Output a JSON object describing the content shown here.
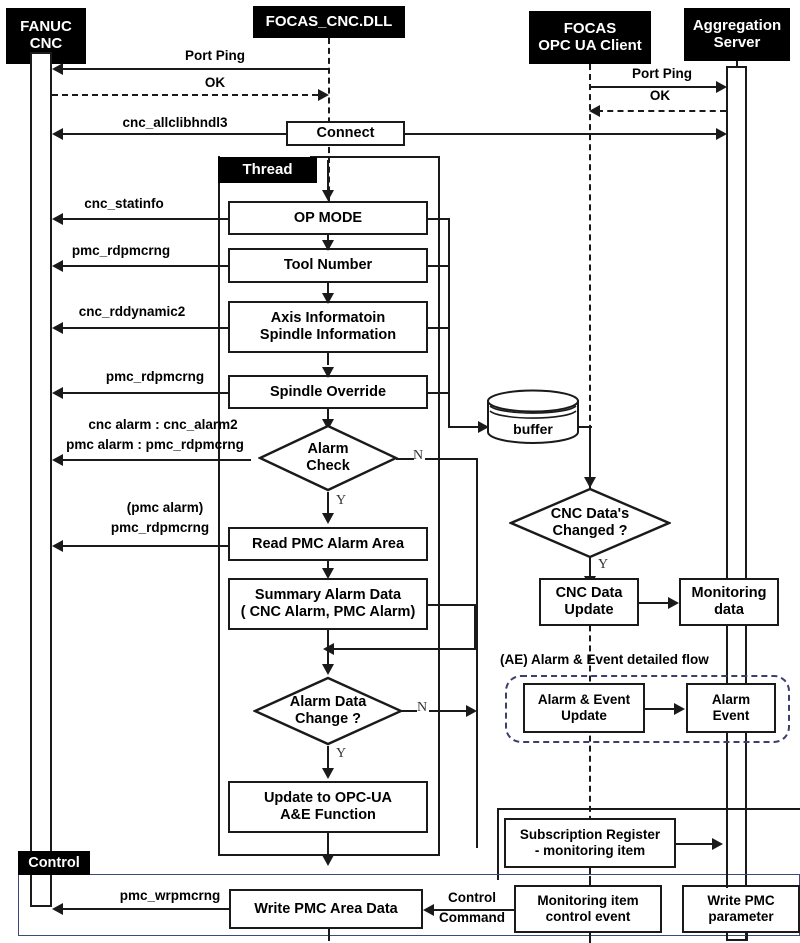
{
  "diagram": {
    "title": "FANUC CNC / FOCAS OPC UA data acquisition and control sequence flow",
    "type": "sequence-flowchart"
  },
  "actors": [
    {
      "id": "fanuc",
      "line1": "FANUC",
      "line2": "CNC"
    },
    {
      "id": "dll",
      "line1": "FOCAS_CNC.DLL",
      "line2": ""
    },
    {
      "id": "client",
      "line1": "FOCAS",
      "line2": "OPC UA Client"
    },
    {
      "id": "server",
      "line1": "Aggregation",
      "line2": "Server"
    }
  ],
  "group_labels": {
    "thread": "Thread",
    "control": "Control",
    "ae_flow": "(AE) Alarm & Event detailed flow"
  },
  "messages": {
    "port_ping_left": "Port Ping",
    "ok_left": "OK",
    "cnc_allclibhndl3": "cnc_allclibhndl3",
    "port_ping_right": "Port Ping",
    "ok_right": "OK",
    "cnc_statinfo": "cnc_statinfo",
    "pmc_rdpmcrng_1": "pmc_rdpmcrng",
    "cnc_rddynamic2": "cnc_rddynamic2",
    "pmc_rdpmcrng_2": "pmc_rdpmcrng",
    "cnc_alarm_line1": "cnc alarm : cnc_alarm2",
    "cnc_alarm_line2": "pmc alarm : pmc_rdpmcrng",
    "pmc_alarm_line1": "(pmc alarm)",
    "pmc_alarm_line2": "pmc_rdpmcrng",
    "pmc_wrpmcrng": "pmc_wrpmcrng",
    "control_command_line1": "Control",
    "control_command_line2": "Command"
  },
  "nodes": {
    "connect": "Connect",
    "op_mode": "OP MODE",
    "tool_number": "Tool Number",
    "axis_info_line1": "Axis Informatoin",
    "axis_info_line2": "Spindle Information",
    "spindle_override": "Spindle Override",
    "read_pmc_alarm_area": "Read PMC Alarm Area",
    "summary_alarm_line1": "Summary Alarm Data",
    "summary_alarm_line2": "( CNC Alarm, PMC Alarm)",
    "update_opcua_line1": "Update to OPC-UA",
    "update_opcua_line2": "A&E Function",
    "write_pmc_area_data": "Write PMC Area Data",
    "buffer": "buffer",
    "cnc_data_update_line1": "CNC Data",
    "cnc_data_update_line2": "Update",
    "monitoring_data_line1": "Monitoring",
    "monitoring_data_line2": "data",
    "ae_update_line1": "Alarm & Event",
    "ae_update_line2": "Update",
    "alarm_event_line1": "Alarm",
    "alarm_event_line2": "Event",
    "subscription_line1": "Subscription Register",
    "subscription_line2": "- monitoring item",
    "monitoring_control_line1": "Monitoring item",
    "monitoring_control_line2": "control event",
    "write_pmc_param_line1": "Write PMC",
    "write_pmc_param_line2": "parameter"
  },
  "decisions": {
    "alarm_check_line1": "Alarm",
    "alarm_check_line2": "Check",
    "alarm_data_change_line1": "Alarm Data",
    "alarm_data_change_line2": "Change ?",
    "cnc_changed_line1": "CNC Data's",
    "cnc_changed_line2": "Changed ?"
  },
  "branch_labels": {
    "alarm_check_n": "N",
    "alarm_check_y": "Y",
    "alarm_data_change_n": "N",
    "alarm_data_change_y": "Y",
    "cnc_changed_y": "Y"
  },
  "colors": {
    "stroke": "#1a1a1a",
    "actor_fill": "#000000",
    "actor_text": "#ffffff",
    "dashed_group": "#3b3f6b",
    "frame": "#3b4a78",
    "background": "#ffffff"
  }
}
